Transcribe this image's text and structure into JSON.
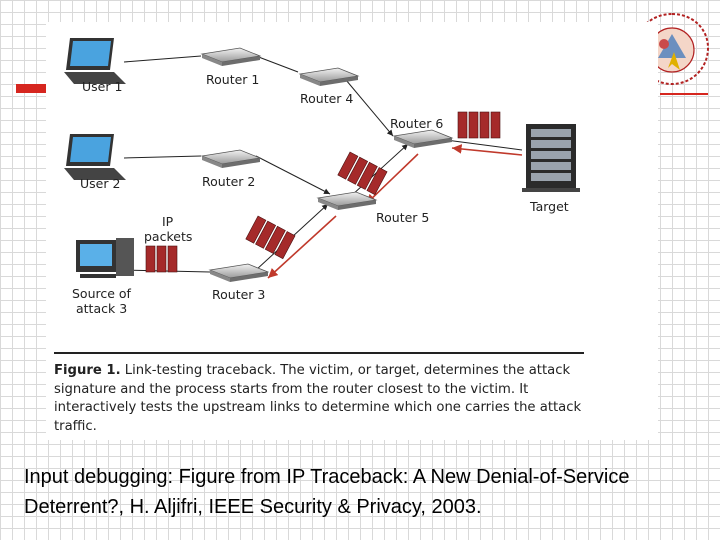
{
  "diagram": {
    "nodes": {
      "user1": "User 1",
      "user2": "User 2",
      "source_line1": "Source of",
      "source_line2": "attack 3",
      "router1": "Router 1",
      "router2": "Router 2",
      "router3": "Router 3",
      "router4": "Router 4",
      "router5": "Router 5",
      "router6": "Router 6",
      "target": "Target",
      "ip_line1": "IP",
      "ip_line2": "packets"
    },
    "caption_label": "Figure 1.",
    "caption_text": " Link-testing traceback. The victim, or target, determines the attack signature and the process starts from the router closest to the victim. It interactively tests the upstream links to determine which one carries the attack traffic."
  },
  "slide": {
    "caption": "Input debugging: Figure from IP Traceback: A New Denial-of-Service Deterrent?, H. Aljifri, IEEE Security & Privacy, 2003."
  },
  "colors": {
    "accent_red": "#d6261f",
    "packet_red": "#a52a2a",
    "link_black": "#222222",
    "trace_red": "#c0392b"
  },
  "icons": [
    "laptop-icon",
    "desktop-computer-icon",
    "router-icon",
    "server-rack-icon",
    "ip-packet-icon",
    "university-logo"
  ]
}
